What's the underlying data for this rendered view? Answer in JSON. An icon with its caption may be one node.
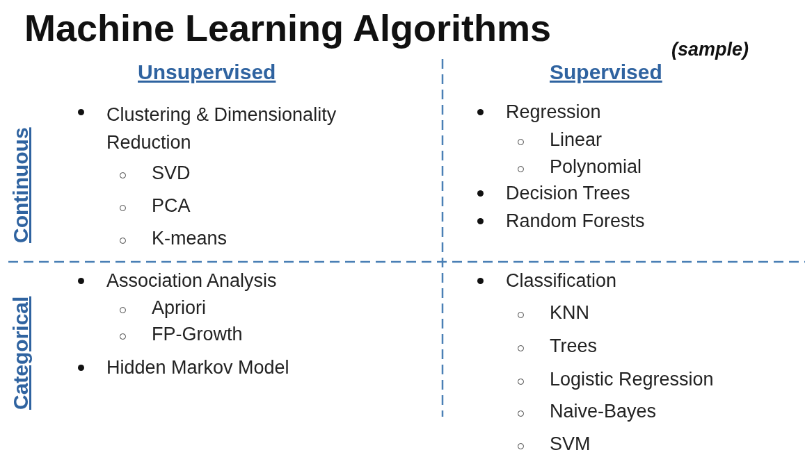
{
  "diagram": {
    "title": "Machine Learning Algorithms",
    "labels": [
      "(sample)",
      "Unsupervised",
      "Supervised",
      "Continuous",
      "Clustering & Dimensionality Reduction",
      "SVD",
      "PCA",
      "K-means",
      "Regression",
      "Linear",
      "Polynomial",
      "Decision Trees",
      "Random Forests",
      "Categorical",
      "Association Analysis",
      "Apriori",
      "FP-Growth",
      "Hidden Markov Model",
      "Classification",
      "KNN",
      "Trees",
      "Logistic Regression",
      "Naive-Bayes",
      "SVM"
    ]
  }
}
